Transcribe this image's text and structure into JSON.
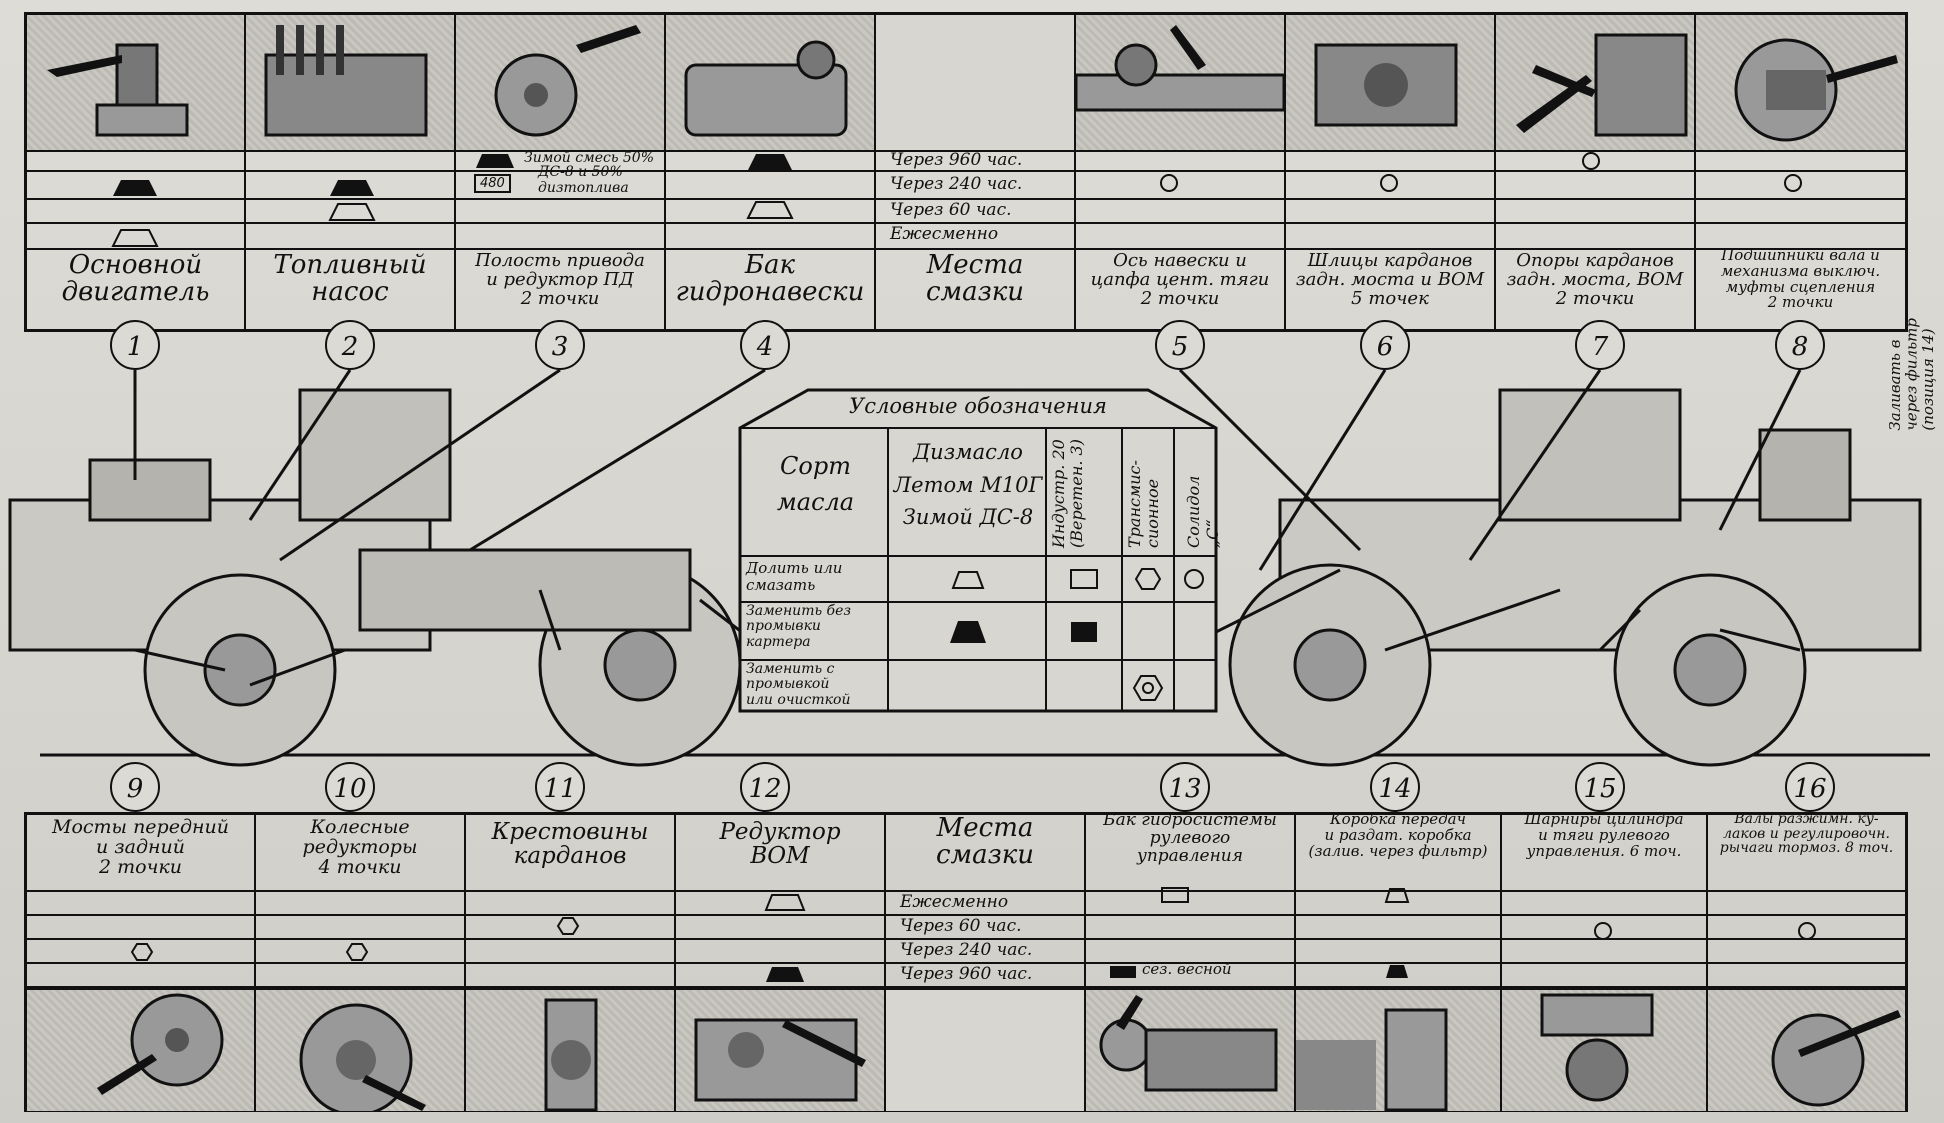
{
  "top_items": [
    {
      "num": "1",
      "title": [
        "Основной",
        "двигатель"
      ],
      "marks": [
        "filled-trap",
        "empty-trap"
      ]
    },
    {
      "num": "2",
      "title": [
        "Топливный",
        "насос"
      ],
      "marks": [
        "filled-trap",
        "empty-trap"
      ]
    },
    {
      "num": "3",
      "title": [
        "Полость привода",
        "и редуктор ПД",
        "2 точки"
      ],
      "note1": "Зимой смесь 50%",
      "note2": "ДС-8 и 50%",
      "note3": "дизтоплива",
      "badge": "480"
    },
    {
      "num": "4",
      "title": [
        "Бак",
        "гидронавески"
      ],
      "marks": [
        "filled-trap",
        "empty-trap"
      ]
    },
    {
      "num": "5",
      "title": [
        "Ось навески и",
        "цапфа цент. тяги",
        "2 точки"
      ],
      "marks": [
        "circle"
      ]
    },
    {
      "num": "6",
      "title": [
        "Шлицы карданов",
        "задн. моста и ВОМ",
        "5 точек"
      ],
      "marks": [
        "circle"
      ]
    },
    {
      "num": "7",
      "title": [
        "Опоры карданов",
        "задн. моста, ВОМ",
        "2 точки"
      ],
      "marks": [
        "circle"
      ]
    },
    {
      "num": "8",
      "title": [
        "Подшипники вала и",
        "механизма выключ.",
        "муфты сцепления",
        "2 точки"
      ],
      "marks": [
        "circle"
      ]
    }
  ],
  "top_center": {
    "title": [
      "Места",
      "смазки"
    ],
    "periods": [
      "Через 960 час.",
      "Через 240 час.",
      "Через 60 час.",
      "Ежесменно"
    ]
  },
  "bottom_items": [
    {
      "num": "9",
      "title": [
        "Мосты передний",
        "и задний",
        "2 точки"
      ]
    },
    {
      "num": "10",
      "title": [
        "Колесные",
        "редукторы",
        "4 точки"
      ]
    },
    {
      "num": "11",
      "title": [
        "Крестовины",
        "карданов"
      ]
    },
    {
      "num": "12",
      "title": [
        "Редуктор",
        "ВОМ"
      ]
    },
    {
      "num": "13",
      "title": [
        "Бак гидросистемы",
        "рулевого",
        "управления"
      ],
      "note": "сез. весной"
    },
    {
      "num": "14",
      "title": [
        "Коробка передач",
        "и раздат. коробка",
        "(залив. через фильтр)"
      ]
    },
    {
      "num": "15",
      "title": [
        "Шарниры цилиндра",
        "и тяги рулевого",
        "управления. 6 точ."
      ]
    },
    {
      "num": "16",
      "title": [
        "Валы разжимн. ку-",
        "лаков и регулировочн.",
        "рычаги тормоз. 8 точ."
      ]
    }
  ],
  "bottom_center": {
    "title": [
      "Места",
      "смазки"
    ],
    "periods": [
      "Ежесменно",
      "Через 60 час.",
      "Через 240 час.",
      "Через 960 час."
    ]
  },
  "legend": {
    "title": "Условные обозначения",
    "oil_label": [
      "Сорт",
      "масла"
    ],
    "oil_grades": [
      "Дизмасло",
      "Летом М10Г",
      "Зимой ДС-8"
    ],
    "col2": [
      "Индустр. 20",
      "(Веретен. 3)"
    ],
    "col3": [
      "Трансмис-",
      "сионное"
    ],
    "col4": "Солидол „С“",
    "rows": [
      [
        "Долить или",
        "смазать"
      ],
      [
        "Заменить без",
        "промывки",
        "картера"
      ],
      [
        "Заменить с",
        "промывкой",
        "или очисткой"
      ]
    ]
  },
  "side_note": [
    "Заливать в",
    "через фильтр",
    "(позиция 14)"
  ]
}
